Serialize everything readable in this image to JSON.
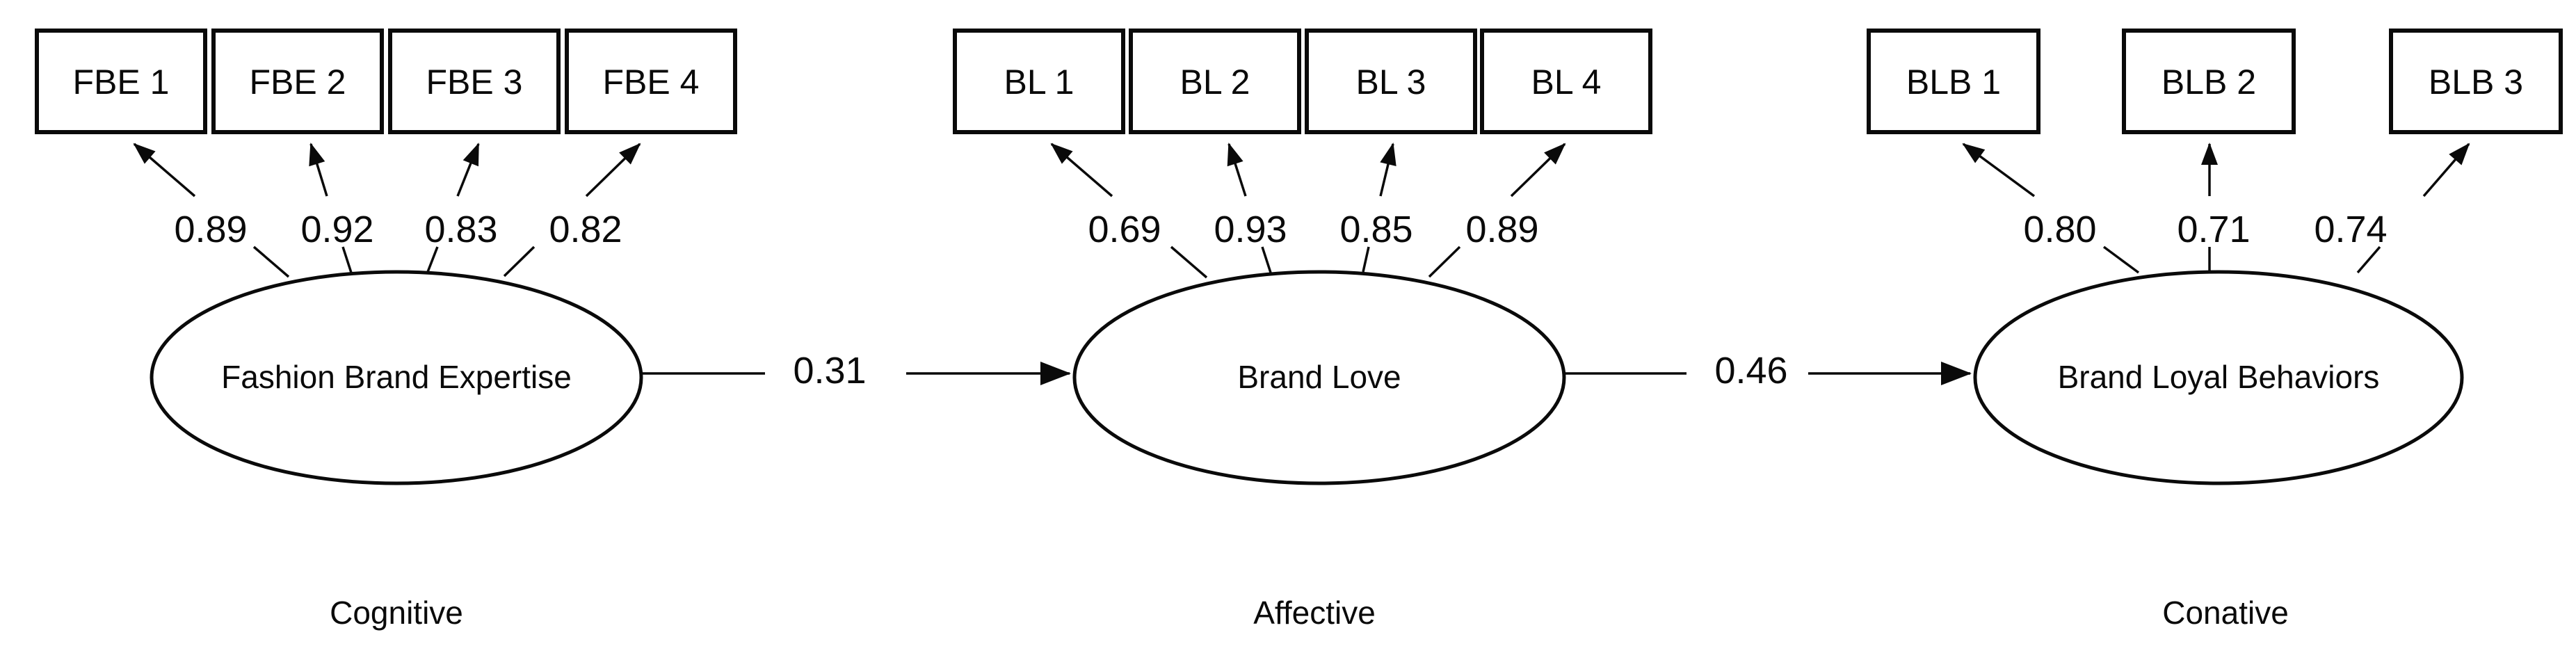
{
  "diagram": {
    "background": "#ffffff",
    "ink": "#0a0a0a",
    "constructs": [
      {
        "name": "Fashion Brand Expertise",
        "category": "Cognitive",
        "indicators": [
          {
            "label": "FBE 1",
            "loading": "0.89"
          },
          {
            "label": "FBE 2",
            "loading": "0.92"
          },
          {
            "label": "FBE 3",
            "loading": "0.83"
          },
          {
            "label": "FBE 4",
            "loading": "0.82"
          }
        ]
      },
      {
        "name": "Brand Love",
        "category": "Affective",
        "indicators": [
          {
            "label": "BL 1",
            "loading": "0.69"
          },
          {
            "label": "BL 2",
            "loading": "0.93"
          },
          {
            "label": "BL 3",
            "loading": "0.85"
          },
          {
            "label": "BL 4",
            "loading": "0.89"
          }
        ]
      },
      {
        "name": "Brand Loyal Behaviors",
        "category": "Conative",
        "indicators": [
          {
            "label": "BLB 1",
            "loading": "0.80"
          },
          {
            "label": "BLB 2",
            "loading": "0.71"
          },
          {
            "label": "BLB 3",
            "loading": "0.74"
          }
        ]
      }
    ],
    "paths": [
      {
        "from": "Fashion Brand Expertise",
        "to": "Brand Love",
        "coefficient": "0.31"
      },
      {
        "from": "Brand Love",
        "to": "Brand Loyal Behaviors",
        "coefficient": "0.46"
      }
    ]
  }
}
